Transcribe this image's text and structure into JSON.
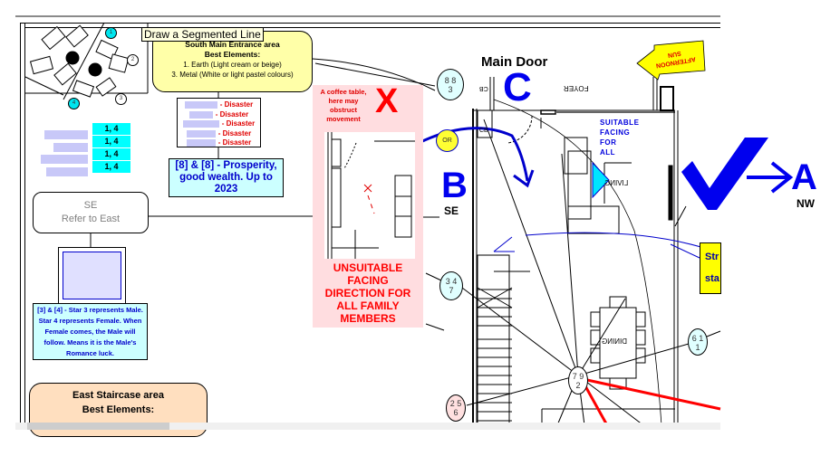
{
  "tooltip": "Draw a Segmented Line",
  "south_entrance": {
    "title": "South Main Entrance area",
    "subtitle": "Best Elements:",
    "items": [
      "1. Earth (Light cream or beige)",
      "3. Metal (White or light pastel colours)"
    ]
  },
  "disaster_list": [
    "- Disaster",
    "- Disaster",
    "- Disaster",
    "- Disaster",
    "- Disaster"
  ],
  "prosperity_note": "[8] & [8] - Prosperity, good wealth. Up to 2023",
  "number_table": [
    "1, 4",
    "1, 4",
    "1, 4",
    "1, 4"
  ],
  "desk_bubbles": [
    "1",
    "2",
    "3",
    "4"
  ],
  "se_box": {
    "line1": "SE",
    "line2": "Refer to East"
  },
  "romance_note": "[3] & [4] - Star 3 represents Male. Star 4 represents Female. When Female comes, the Male will follow. Means it is the Male's Romance luck.",
  "east_staircase": {
    "title": "East Staircase area",
    "subtitle": "Best Elements:"
  },
  "coffee_note": "A coffee table, here may obstruct movement",
  "x_mark": "X",
  "unsuitable_note": "UNSUITABLE FACING DIRECTION FOR ALL FAMILY MEMBERS",
  "main_door": "Main Door",
  "letters": {
    "c": "C",
    "b": "B",
    "a": "A"
  },
  "directions": {
    "b": "SE",
    "a": "NW"
  },
  "or_label": "OR",
  "foyer": "FOYER",
  "living": "LIVING",
  "dining": "DINING",
  "suitable_note": [
    "SUITABLE",
    "FACING",
    "FOR",
    "ALL"
  ],
  "afternoon_sun": "AFTERNOON SUN",
  "star_bubbles": {
    "top": [
      "8 8",
      "3"
    ],
    "mid": [
      "3 4",
      "7"
    ],
    "center": [
      "7 9",
      "2"
    ],
    "right": [
      "6 1",
      "1"
    ],
    "bottom": [
      "2 5",
      "6"
    ]
  },
  "yellow_note": [
    "Str",
    "sta"
  ],
  "room_labels": {
    "cb1": "CB",
    "cb2": "CB"
  },
  "colors": {
    "accent_blue": "#0000ee",
    "warning_red": "#ff0000",
    "cyan": "#00ffff",
    "pink_panel": "#ffdde0"
  }
}
